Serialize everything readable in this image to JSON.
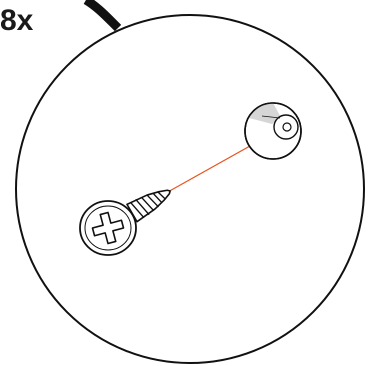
{
  "quantity_label": "8x",
  "items": {
    "screw_icon": "wood-screw-phillips",
    "target_icon": "countersunk-hole"
  },
  "colors": {
    "outline": "#111111",
    "guide_line": "#e8541f",
    "shade": "#d6d6d6",
    "background": "#ffffff"
  }
}
